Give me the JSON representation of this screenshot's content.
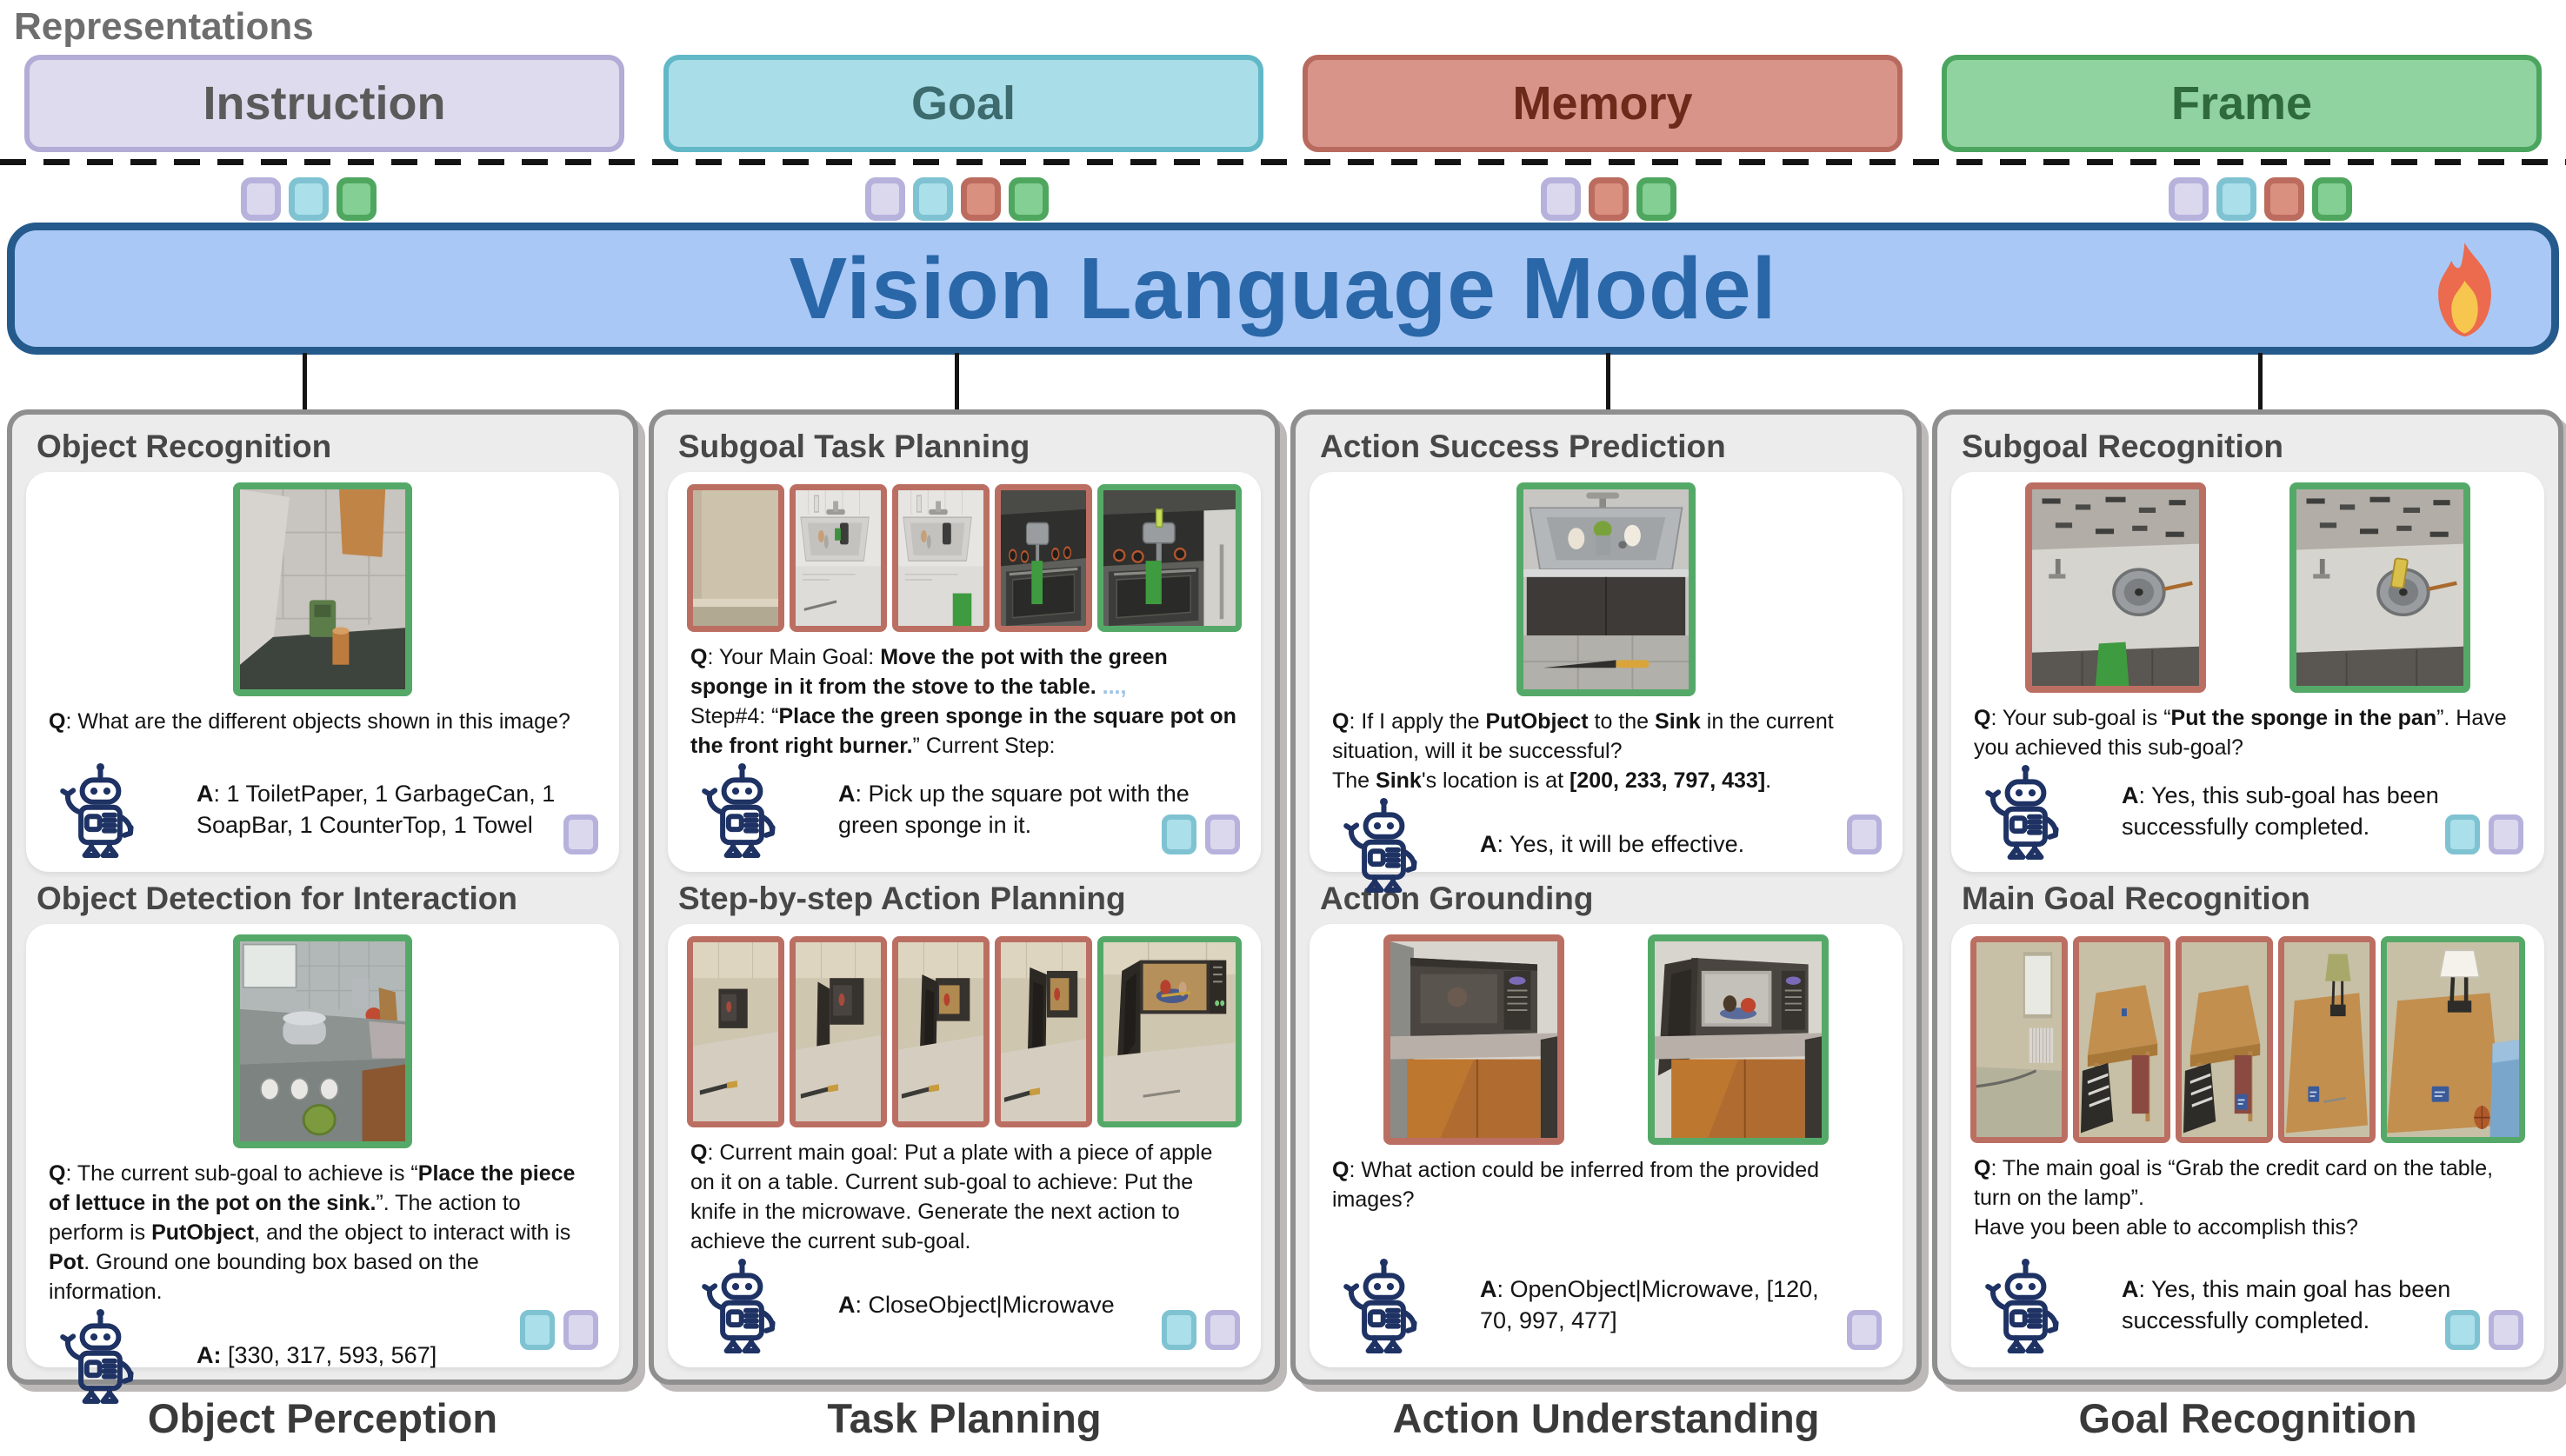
{
  "legend": {
    "label": "Representations",
    "items": [
      {
        "label": "Instruction",
        "fill": "#dedbee",
        "border": "#b2acd6",
        "text": "#5a5a5a"
      },
      {
        "label": "Goal",
        "fill": "#a9dde7",
        "border": "#62b8c7",
        "text": "#3d6b6e"
      },
      {
        "label": "Memory",
        "fill": "#d9948a",
        "border": "#b96a5e",
        "text": "#6b2a1a"
      },
      {
        "label": "Frame",
        "fill": "#90d3a0",
        "border": "#4ba55f",
        "text": "#2f6a3d"
      }
    ],
    "token_groups": [
      [
        "instruction",
        "goal",
        "frame"
      ],
      [
        "instruction",
        "goal",
        "memory",
        "frame"
      ],
      [
        "instruction",
        "memory",
        "frame"
      ],
      [
        "instruction",
        "goal",
        "memory",
        "frame"
      ]
    ]
  },
  "token_colors": {
    "instruction": {
      "border": "#b7b2dc",
      "fill": "#dbd8ee"
    },
    "goal": {
      "border": "#7fc3d2",
      "fill": "#abdfe9"
    },
    "memory": {
      "border": "#bc6c5e",
      "fill": "#d9907f"
    },
    "frame": {
      "border": "#4fa75f",
      "fill": "#84cf94"
    }
  },
  "frame_colors": {
    "green": "#55a968",
    "salmon": "#bb6f62"
  },
  "vlm": {
    "title": "Vision Language Model",
    "flame_icon": "flame-icon"
  },
  "columns": [
    {
      "footer": "Object Perception",
      "sections": [
        {
          "title": "Object Recognition",
          "layout": "single",
          "images": [
            {
              "frame": "green",
              "scene": "bathroom"
            }
          ],
          "q": [
            {
              "t": "Q",
              "b": 1
            },
            {
              "t": ": What are the different objects shown in this image?"
            }
          ],
          "a": [
            {
              "t": "A",
              "b": 1
            },
            {
              "t": ": 1 ToiletPaper, 1 GarbageCan, 1 SoapBar, 1 CounterTop, 1 Towel"
            }
          ],
          "tokens": [
            "instruction"
          ]
        },
        {
          "title": "Object Detection for Interaction",
          "layout": "single",
          "images": [
            {
              "frame": "green",
              "scene": "kitchen-pot"
            }
          ],
          "q": [
            {
              "t": "Q",
              "b": 1
            },
            {
              "t": ": The current sub-goal to achieve is “"
            },
            {
              "t": "Place the piece of lettuce in the pot on the sink.",
              "b": 1
            },
            {
              "t": "”. The action to perform is "
            },
            {
              "t": "PutObject",
              "b": 1
            },
            {
              "t": ", and the object to interact with is "
            },
            {
              "t": "Pot",
              "b": 1
            },
            {
              "t": ". Ground one bounding box based on the information."
            }
          ],
          "a": [
            {
              "t": "A:",
              "b": 1
            },
            {
              "t": " [330, 317, 593, 567]"
            }
          ],
          "tokens": [
            "goal",
            "instruction"
          ]
        }
      ]
    },
    {
      "footer": "Task Planning",
      "sections": [
        {
          "title": "Subgoal Task Planning",
          "layout": "strip",
          "images": [
            {
              "frame": "salmon",
              "scene": "wall-beige"
            },
            {
              "frame": "salmon",
              "scene": "sink-a"
            },
            {
              "frame": "salmon",
              "scene": "sink-b"
            },
            {
              "frame": "salmon",
              "scene": "stove-pan"
            },
            {
              "frame": "green",
              "scene": "stove-pan-sponge"
            }
          ],
          "q": [
            {
              "t": "Q",
              "b": 1
            },
            {
              "t": ": Your Main Goal: "
            },
            {
              "t": "Move the pot with the green sponge in it from the stove to the table. ",
              "b": 1
            },
            {
              "t": "...,",
              "b": 1,
              "c": "#9cc2e5"
            },
            {
              "br": 1
            },
            {
              "t": "Step#4: “"
            },
            {
              "t": "Place the green sponge in the square pot on the front right burner.",
              "b": 1
            },
            {
              "t": "” Current Step:"
            }
          ],
          "a": [
            {
              "t": "A",
              "b": 1
            },
            {
              "t": ": Pick up the square pot with the green sponge in it."
            }
          ],
          "tokens": [
            "goal",
            "instruction"
          ]
        },
        {
          "title": "Step-by-step Action Planning",
          "layout": "strip",
          "images": [
            {
              "frame": "salmon",
              "scene": "kitchen-micro-0"
            },
            {
              "frame": "salmon",
              "scene": "kitchen-micro-1"
            },
            {
              "frame": "salmon",
              "scene": "kitchen-micro-2"
            },
            {
              "frame": "salmon",
              "scene": "kitchen-micro-3"
            },
            {
              "frame": "green",
              "scene": "kitchen-micro-open"
            }
          ],
          "q": [
            {
              "t": "Q",
              "b": 1
            },
            {
              "t": ": Current main goal: Put a plate with a piece of apple on it on a table. Current sub-goal to achieve: Put the knife in the microwave. Generate the next action to achieve the current sub-goal."
            }
          ],
          "a": [
            {
              "t": "A",
              "b": 1
            },
            {
              "t": ": CloseObject|Microwave"
            }
          ],
          "tokens": [
            "goal",
            "instruction"
          ]
        }
      ]
    },
    {
      "footer": "Action Understanding",
      "sections": [
        {
          "title": "Action Success Prediction",
          "layout": "single",
          "images": [
            {
              "frame": "green",
              "scene": "sink-eggs"
            }
          ],
          "q": [
            {
              "t": "Q",
              "b": 1
            },
            {
              "t": ": If I apply the "
            },
            {
              "t": "PutObject",
              "b": 1
            },
            {
              "t": " to the "
            },
            {
              "t": "Sink",
              "b": 1
            },
            {
              "t": " in the current situation, will it be successful?"
            },
            {
              "br": 1
            },
            {
              "t": "The "
            },
            {
              "t": "Sink",
              "b": 1
            },
            {
              "t": "'s location is at "
            },
            {
              "t": "[200, 233, 797, 433]",
              "b": 1
            },
            {
              "t": "."
            }
          ],
          "a": [
            {
              "t": "A",
              "b": 1
            },
            {
              "t": ": Yes, it will be effective."
            }
          ],
          "tokens": [
            "instruction"
          ]
        },
        {
          "title": "Action Grounding",
          "layout": "pair",
          "images": [
            {
              "frame": "salmon",
              "scene": "micro-closed"
            },
            {
              "frame": "green",
              "scene": "micro-open"
            }
          ],
          "q": [
            {
              "t": "Q",
              "b": 1
            },
            {
              "t": ": What action could be inferred from the provided images?"
            }
          ],
          "a": [
            {
              "t": "A",
              "b": 1
            },
            {
              "t": ": OpenObject|Microwave, [120, 70, 997, 477]"
            }
          ],
          "tokens": [
            "instruction"
          ]
        }
      ]
    },
    {
      "footer": "Goal Recognition",
      "sections": [
        {
          "title": "Subgoal Recognition",
          "layout": "pair",
          "images": [
            {
              "frame": "salmon",
              "scene": "counter-pan-box"
            },
            {
              "frame": "green",
              "scene": "counter-pan-sponge"
            }
          ],
          "q": [
            {
              "t": "Q",
              "b": 1
            },
            {
              "t": ": Your sub-goal is “"
            },
            {
              "t": "Put the sponge in the pan",
              "b": 1
            },
            {
              "t": "”. Have you achieved this sub-goal?"
            }
          ],
          "a": [
            {
              "t": "A",
              "b": 1
            },
            {
              "t": ": Yes, this sub-goal has been successfully completed."
            }
          ],
          "tokens": [
            "goal",
            "instruction"
          ]
        },
        {
          "title": "Main Goal Recognition",
          "layout": "strip",
          "images": [
            {
              "frame": "salmon",
              "scene": "room-0"
            },
            {
              "frame": "salmon",
              "scene": "room-1"
            },
            {
              "frame": "salmon",
              "scene": "room-2"
            },
            {
              "frame": "salmon",
              "scene": "room-3"
            },
            {
              "frame": "green",
              "scene": "room-4"
            }
          ],
          "q": [
            {
              "t": "Q",
              "b": 1
            },
            {
              "t": ": The main goal is “Grab the credit card on the table, turn on the lamp”."
            },
            {
              "br": 1
            },
            {
              "t": "Have you been able to accomplish this?"
            }
          ],
          "a": [
            {
              "t": "A",
              "b": 1
            },
            {
              "t": ": Yes, this main goal has been successfully completed."
            }
          ],
          "tokens": [
            "goal",
            "instruction"
          ]
        }
      ]
    }
  ]
}
